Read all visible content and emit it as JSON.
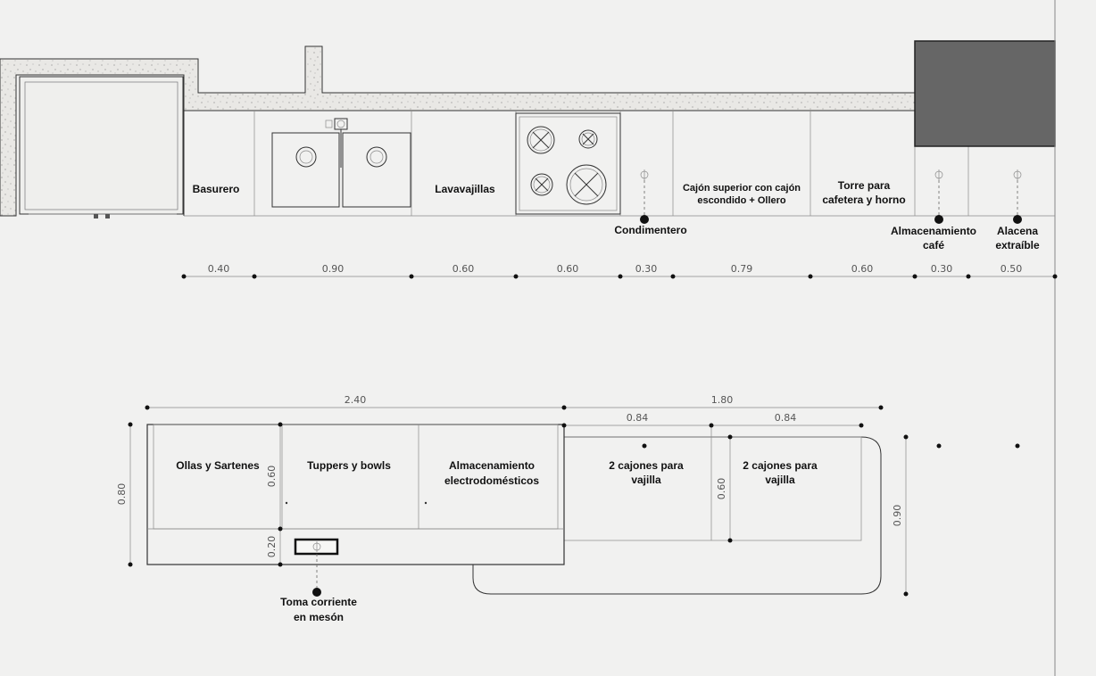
{
  "top_plan": {
    "labels": {
      "basurero": "Basurero",
      "lavavajillas": "Lavavajillas",
      "cajon_1": "Cajón superior con cajón",
      "cajon_2": "escondido + Ollero",
      "torre_1": "Torre para",
      "torre_2": "cafetera y horno",
      "condimentero": "Condimentero",
      "almacenamiento_1": "Almacenamiento",
      "almacenamiento_2": "café",
      "alacena_1": "Alacena",
      "alacena_2": "extraíble"
    },
    "dimensions": [
      "0.40",
      "0.90",
      "0.60",
      "0.60",
      "0.30",
      "0.79",
      "0.60",
      "0.30",
      "0.50"
    ]
  },
  "island_plan": {
    "labels": {
      "ollas": "Ollas y Sartenes",
      "tuppers": "Tuppers y bowls",
      "electro_1": "Almacenamiento",
      "electro_2": "electrodomésticos",
      "cajones_a_1": "2 cajones para",
      "cajones_a_2": "vajilla",
      "cajones_b_1": "2 cajones para",
      "cajones_b_2": "vajilla",
      "toma_1": "Toma corriente",
      "toma_2": "en mesón"
    },
    "dimensions": {
      "total_left": "2.40",
      "total_right": "1.80",
      "right_a": "0.84",
      "right_b": "0.84",
      "depth": "0.80",
      "depth_upper": "0.60",
      "depth_lower": "0.20",
      "drawer_depth": "0.60",
      "bar_depth": "0.90"
    }
  }
}
